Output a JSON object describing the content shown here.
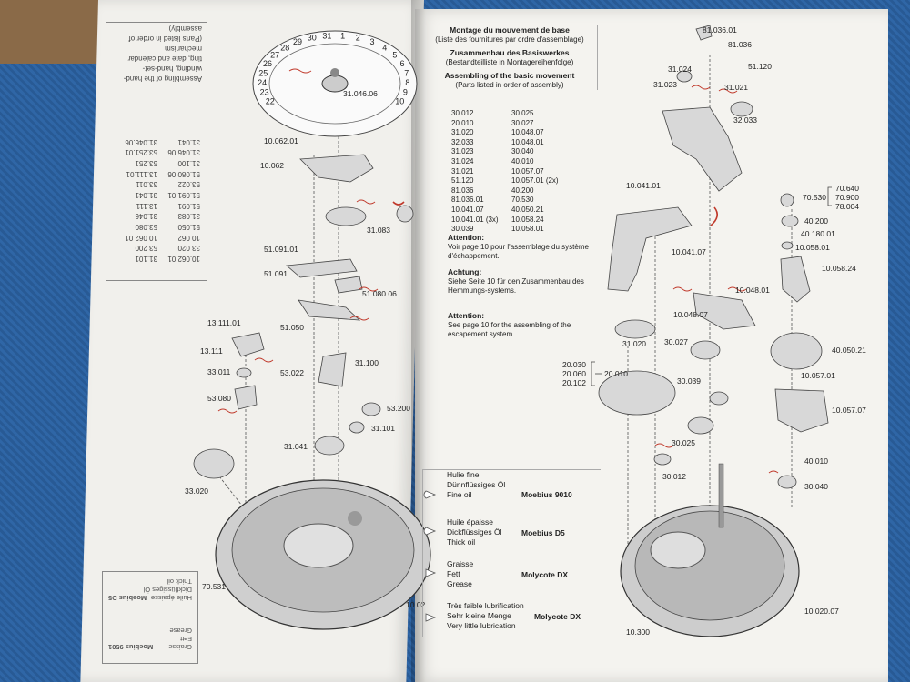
{
  "left_page": {
    "headings": [
      "Assembling of the hand-winding, hand-set-",
      "ting, date and calendar mechanism",
      "(Parts listed in order of assembly)"
    ],
    "parts": [
      "10.062.01",
      "31.101",
      "33.020",
      "53.200",
      "10.062",
      "10.062.01",
      "51.050",
      "53.080",
      "31.083",
      "31.046",
      "51.091",
      "13.111",
      "51.091.01",
      "31.041",
      "53.022",
      "33.011",
      "51.080.06",
      "13.111.01",
      "31.100",
      "53.251",
      "31.046.06",
      "53.251.01",
      "31.041",
      "31.046.06"
    ],
    "legend": {
      "oil_lines": [
        "Huile épaisse",
        "Dickflüssiges Öl",
        "Thick oil"
      ],
      "oil_product": "Moebius D5",
      "grease_lines": [
        "Graisse",
        "Fett",
        "Grease"
      ],
      "grease_product": "Moebius 9501"
    },
    "dial_numbers": [
      "22",
      "23",
      "24",
      "25",
      "26",
      "27",
      "28",
      "29",
      "30",
      "31",
      "1",
      "2",
      "3",
      "4",
      "5",
      "6",
      "7",
      "8",
      "9",
      "10"
    ],
    "labels": [
      {
        "id": "31.046.06",
        "text": "31.046.06"
      },
      {
        "id": "10.062.01",
        "text": "10.062.01"
      },
      {
        "id": "10.062",
        "text": "10.062"
      },
      {
        "id": "31.083",
        "text": "31.083"
      },
      {
        "id": "51.091.01",
        "text": "51.091.01"
      },
      {
        "id": "51.091",
        "text": "51.091"
      },
      {
        "id": "51.080.06",
        "text": "51.080.06"
      },
      {
        "id": "13.111.01",
        "text": "13.111.01"
      },
      {
        "id": "51.050",
        "text": "51.050"
      },
      {
        "id": "13.111",
        "text": "13.111"
      },
      {
        "id": "33.011",
        "text": "33.011"
      },
      {
        "id": "31.100",
        "text": "31.100"
      },
      {
        "id": "53.022",
        "text": "53.022"
      },
      {
        "id": "53.080",
        "text": "53.080"
      },
      {
        "id": "53.200",
        "text": "53.200"
      },
      {
        "id": "31.101",
        "text": "31.101"
      },
      {
        "id": "31.041",
        "text": "31.041"
      },
      {
        "id": "33.020",
        "text": "33.020"
      },
      {
        "id": "70.531",
        "text": "70.531"
      },
      {
        "id": "10.02",
        "text": "10.02"
      }
    ]
  },
  "right_page": {
    "header": {
      "fr_title": "Montage du mouvement de base",
      "fr_sub": "(Liste des fournitures par ordre d'assemblage)",
      "de_title": "Zusammenbau des Basiswerkes",
      "de_sub": "(Bestandteilliste in Montagereihenfolge)",
      "en_title": "Assembling of the basic movement",
      "en_sub": "(Parts listed in order of assembly)"
    },
    "parts": [
      [
        "30.012",
        "30.025"
      ],
      [
        "20.010",
        "30.027"
      ],
      [
        "31.020",
        "10.048.07"
      ],
      [
        "32.033",
        "10.048.01"
      ],
      [
        "31.023",
        "30.040"
      ],
      [
        "31.024",
        "40.010"
      ],
      [
        "31.021",
        "10.057.07"
      ],
      [
        "51.120",
        "10.057.01 (2x)"
      ],
      [
        "81.036",
        "40.200"
      ],
      [
        "81.036.01",
        "70.530"
      ],
      [
        "10.041.07",
        "40.050.21"
      ],
      [
        "10.041.01 (3x)",
        "10.058.24"
      ],
      [
        "30.039",
        "10.058.01"
      ]
    ],
    "attention": [
      {
        "title": "Attention:",
        "text": "Voir page 10 pour l'assemblage du système d'échappement."
      },
      {
        "title": "Achtung:",
        "text": "Siehe Seite 10 für den Zusammenbau des Hemmungs-systems."
      },
      {
        "title": "Attention:",
        "text": "See page 10 for the assembling of the escapement system."
      }
    ],
    "lubricants": [
      {
        "lines": [
          "Hulie fine",
          "Dünnflüssiges Öl",
          "Fine oil"
        ],
        "product": "Moebius 9010"
      },
      {
        "lines": [
          "Huile épaisse",
          "Dickflüssiges Öl",
          "Thick oil"
        ],
        "product": "Moebius D5"
      },
      {
        "lines": [
          "Graisse",
          "Fett",
          "Grease"
        ],
        "product": "Molycote DX"
      },
      {
        "lines": [
          "Très faible lubrification",
          "Sehr kleine Menge",
          "Very little lubrication"
        ],
        "product": "Molycote DX"
      }
    ],
    "labels": [
      {
        "id": "81.036.01",
        "text": "81.036.01"
      },
      {
        "id": "81.036",
        "text": "81.036"
      },
      {
        "id": "31.024",
        "text": "31.024"
      },
      {
        "id": "51.120",
        "text": "51.120"
      },
      {
        "id": "31.023",
        "text": "31.023"
      },
      {
        "id": "31.021",
        "text": "31.021"
      },
      {
        "id": "32.033",
        "text": "32.033"
      },
      {
        "id": "10.041.01",
        "text": "10.041.01"
      },
      {
        "id": "70.530",
        "text": "70.530"
      },
      {
        "id": "70.640",
        "text": "70.640"
      },
      {
        "id": "70.900",
        "text": "70.900"
      },
      {
        "id": "78.004",
        "text": "78.004"
      },
      {
        "id": "40.200",
        "text": "40.200"
      },
      {
        "id": "40.180.01",
        "text": "40.180.01"
      },
      {
        "id": "10.058.01",
        "text": "10.058.01"
      },
      {
        "id": "10.041.07",
        "text": "10.041.07"
      },
      {
        "id": "10.058.24",
        "text": "10.058.24"
      },
      {
        "id": "10.048.01",
        "text": "10.048.01"
      },
      {
        "id": "10.048.07",
        "text": "10.048.07"
      },
      {
        "id": "31.020",
        "text": "31.020"
      },
      {
        "id": "30.027",
        "text": "30.027"
      },
      {
        "id": "40.050.21",
        "text": "40.050.21"
      },
      {
        "id": "20.030",
        "text": "20.030"
      },
      {
        "id": "20.060",
        "text": "20.060"
      },
      {
        "id": "20.102",
        "text": "20.102"
      },
      {
        "id": "20.010",
        "text": "20.010"
      },
      {
        "id": "30.039",
        "text": "30.039"
      },
      {
        "id": "10.057.01",
        "text": "10.057.01"
      },
      {
        "id": "10.057.07",
        "text": "10.057.07"
      },
      {
        "id": "30.025",
        "text": "30.025"
      },
      {
        "id": "40.010",
        "text": "40.010"
      },
      {
        "id": "30.012",
        "text": "30.012"
      },
      {
        "id": "30.040",
        "text": "30.040"
      },
      {
        "id": "10.300",
        "text": "10.300"
      },
      {
        "id": "10.020.07",
        "text": "10.020.07"
      }
    ]
  },
  "colors": {
    "page": "#f1f0ec",
    "cloth": "#2f66a6",
    "ink": "#222222",
    "accent_red": "#c0392b"
  }
}
